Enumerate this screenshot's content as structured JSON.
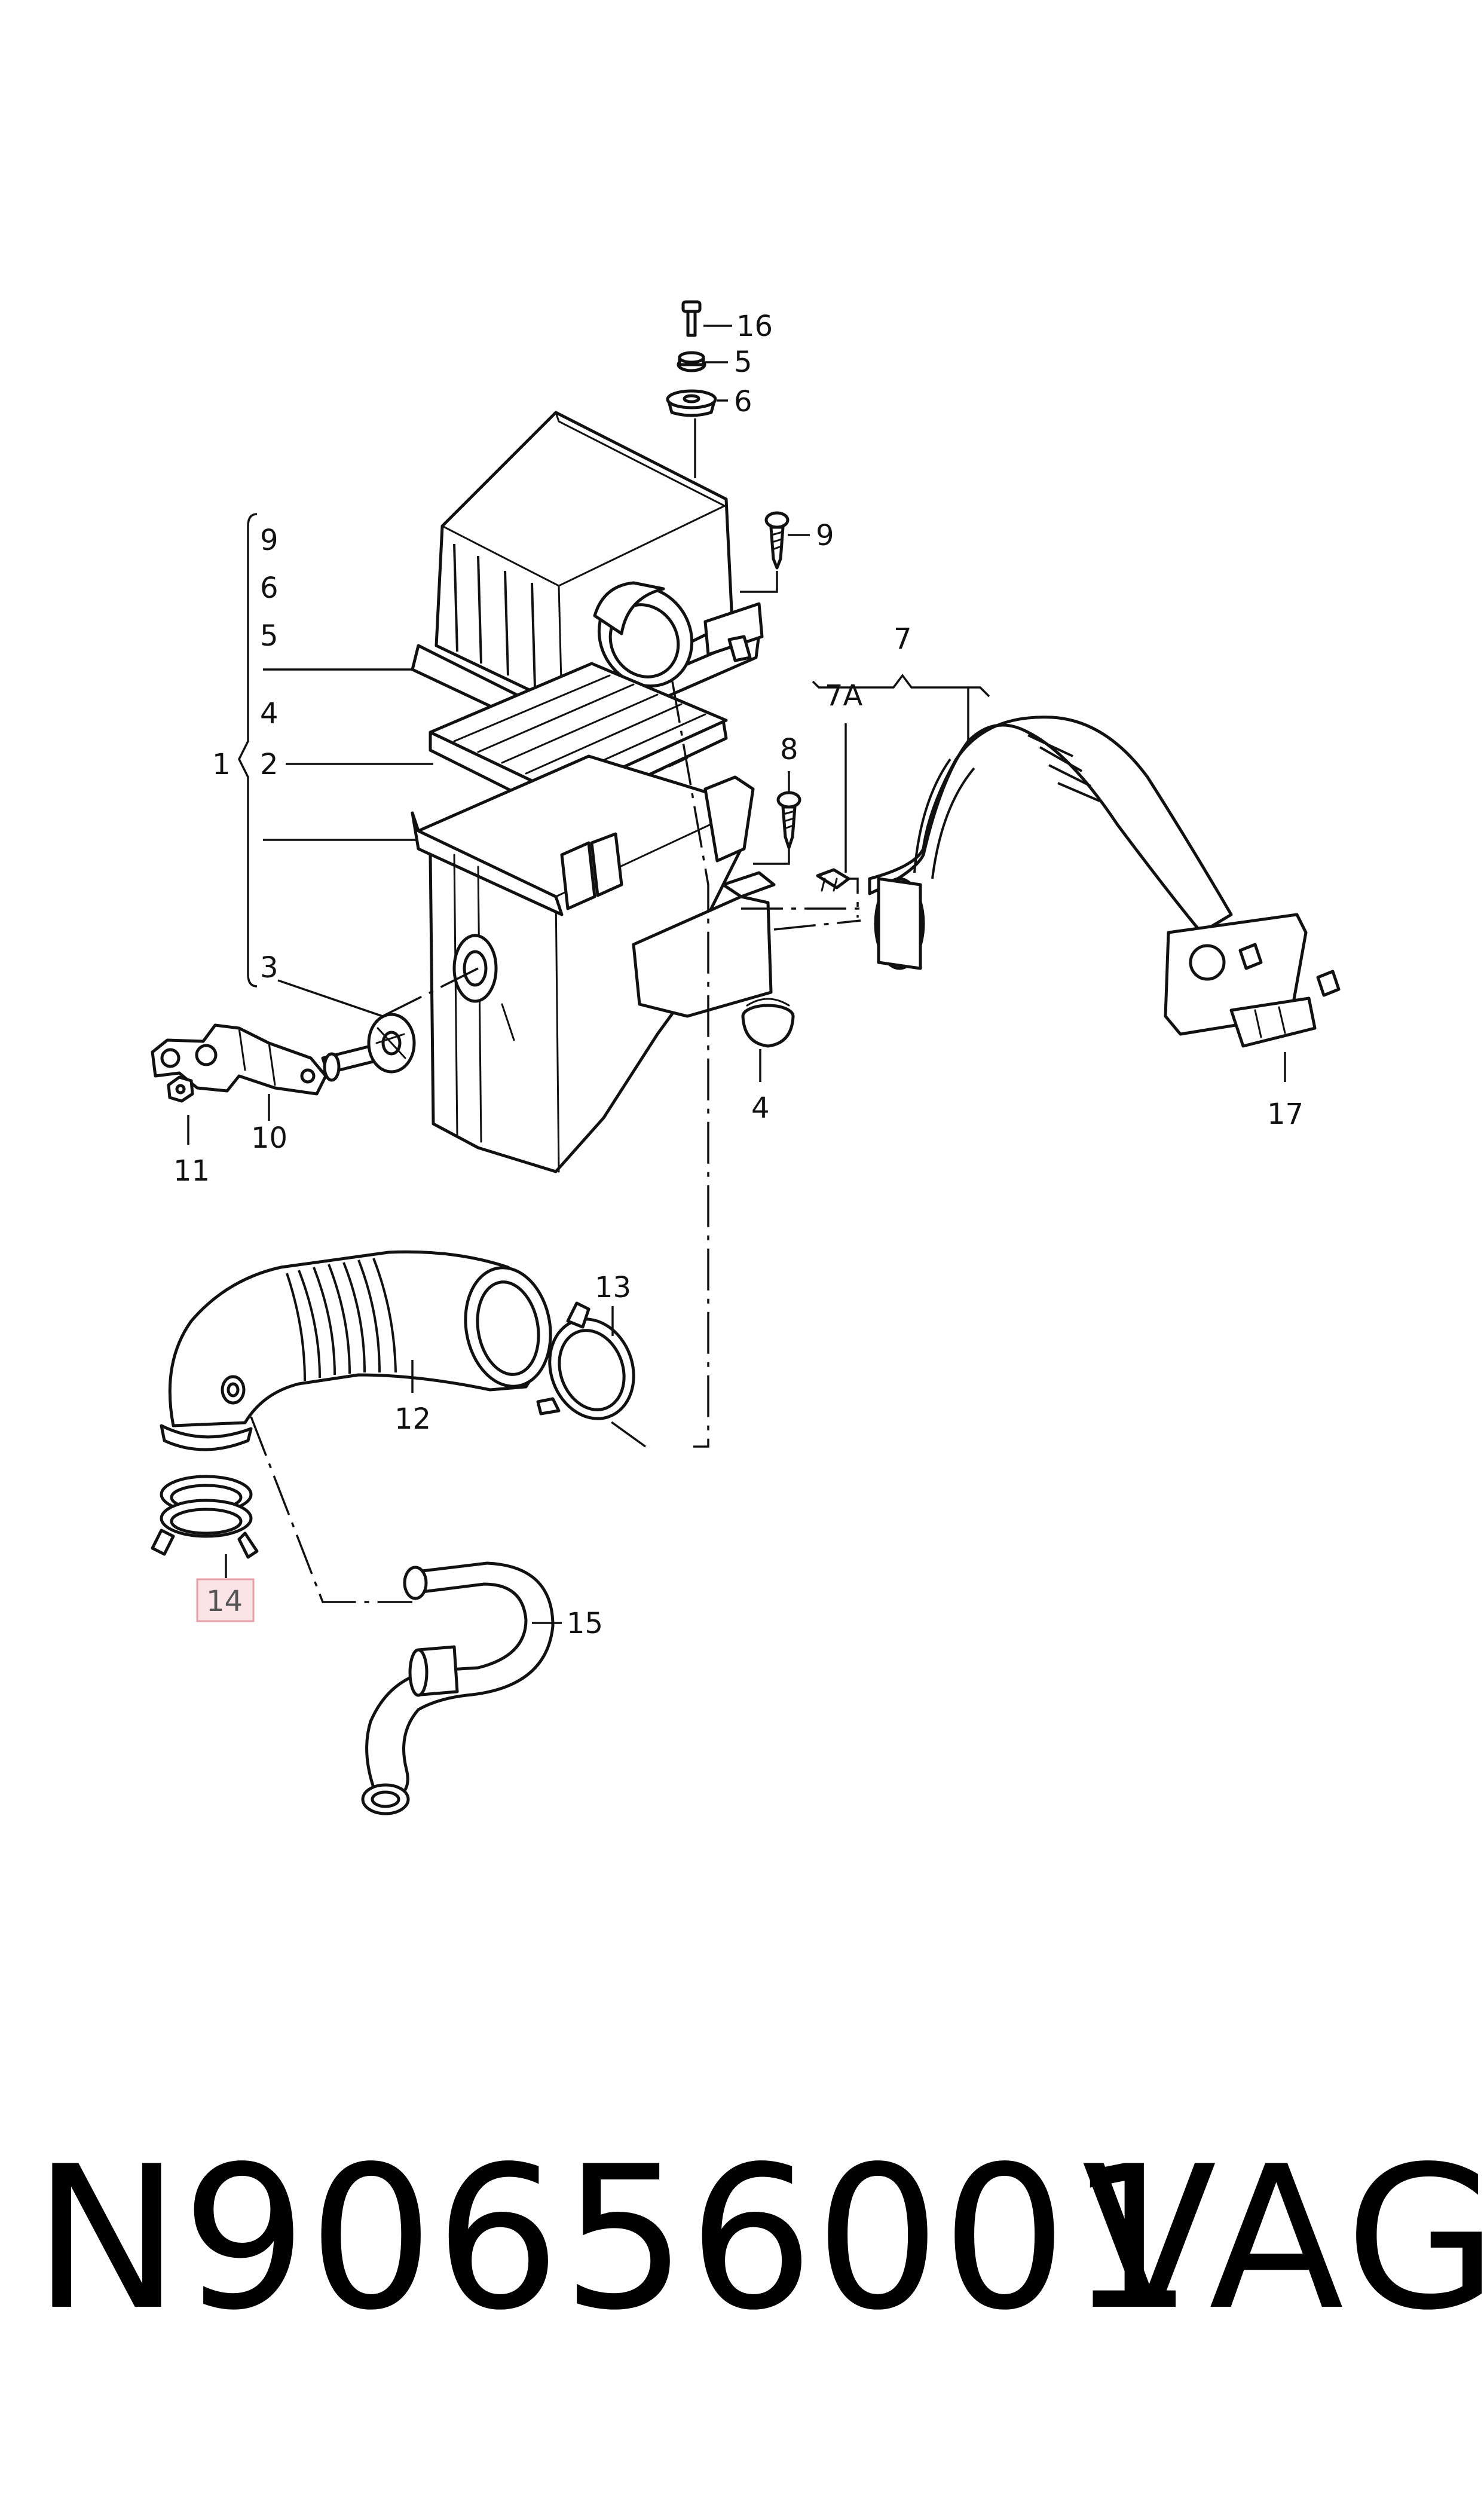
{
  "labels": {
    "bracket": [
      "9",
      "6",
      "5",
      "4",
      "2"
    ],
    "l1": "1",
    "l2": "2",
    "l3": "3",
    "l4": "4",
    "l5": "5",
    "l6": "6",
    "l7": "7",
    "l7a": "7A",
    "l8": "8",
    "l9": "9",
    "l10": "10",
    "l11": "11",
    "l12": "12",
    "l13": "13",
    "l14": "14",
    "l15": "15",
    "l16": "16",
    "l17": "17"
  },
  "highlight_color": "#e8a0a8",
  "highlight_fill": "#fbe4e6",
  "footer": {
    "part_number": "N90656001",
    "brand": "VAG"
  }
}
